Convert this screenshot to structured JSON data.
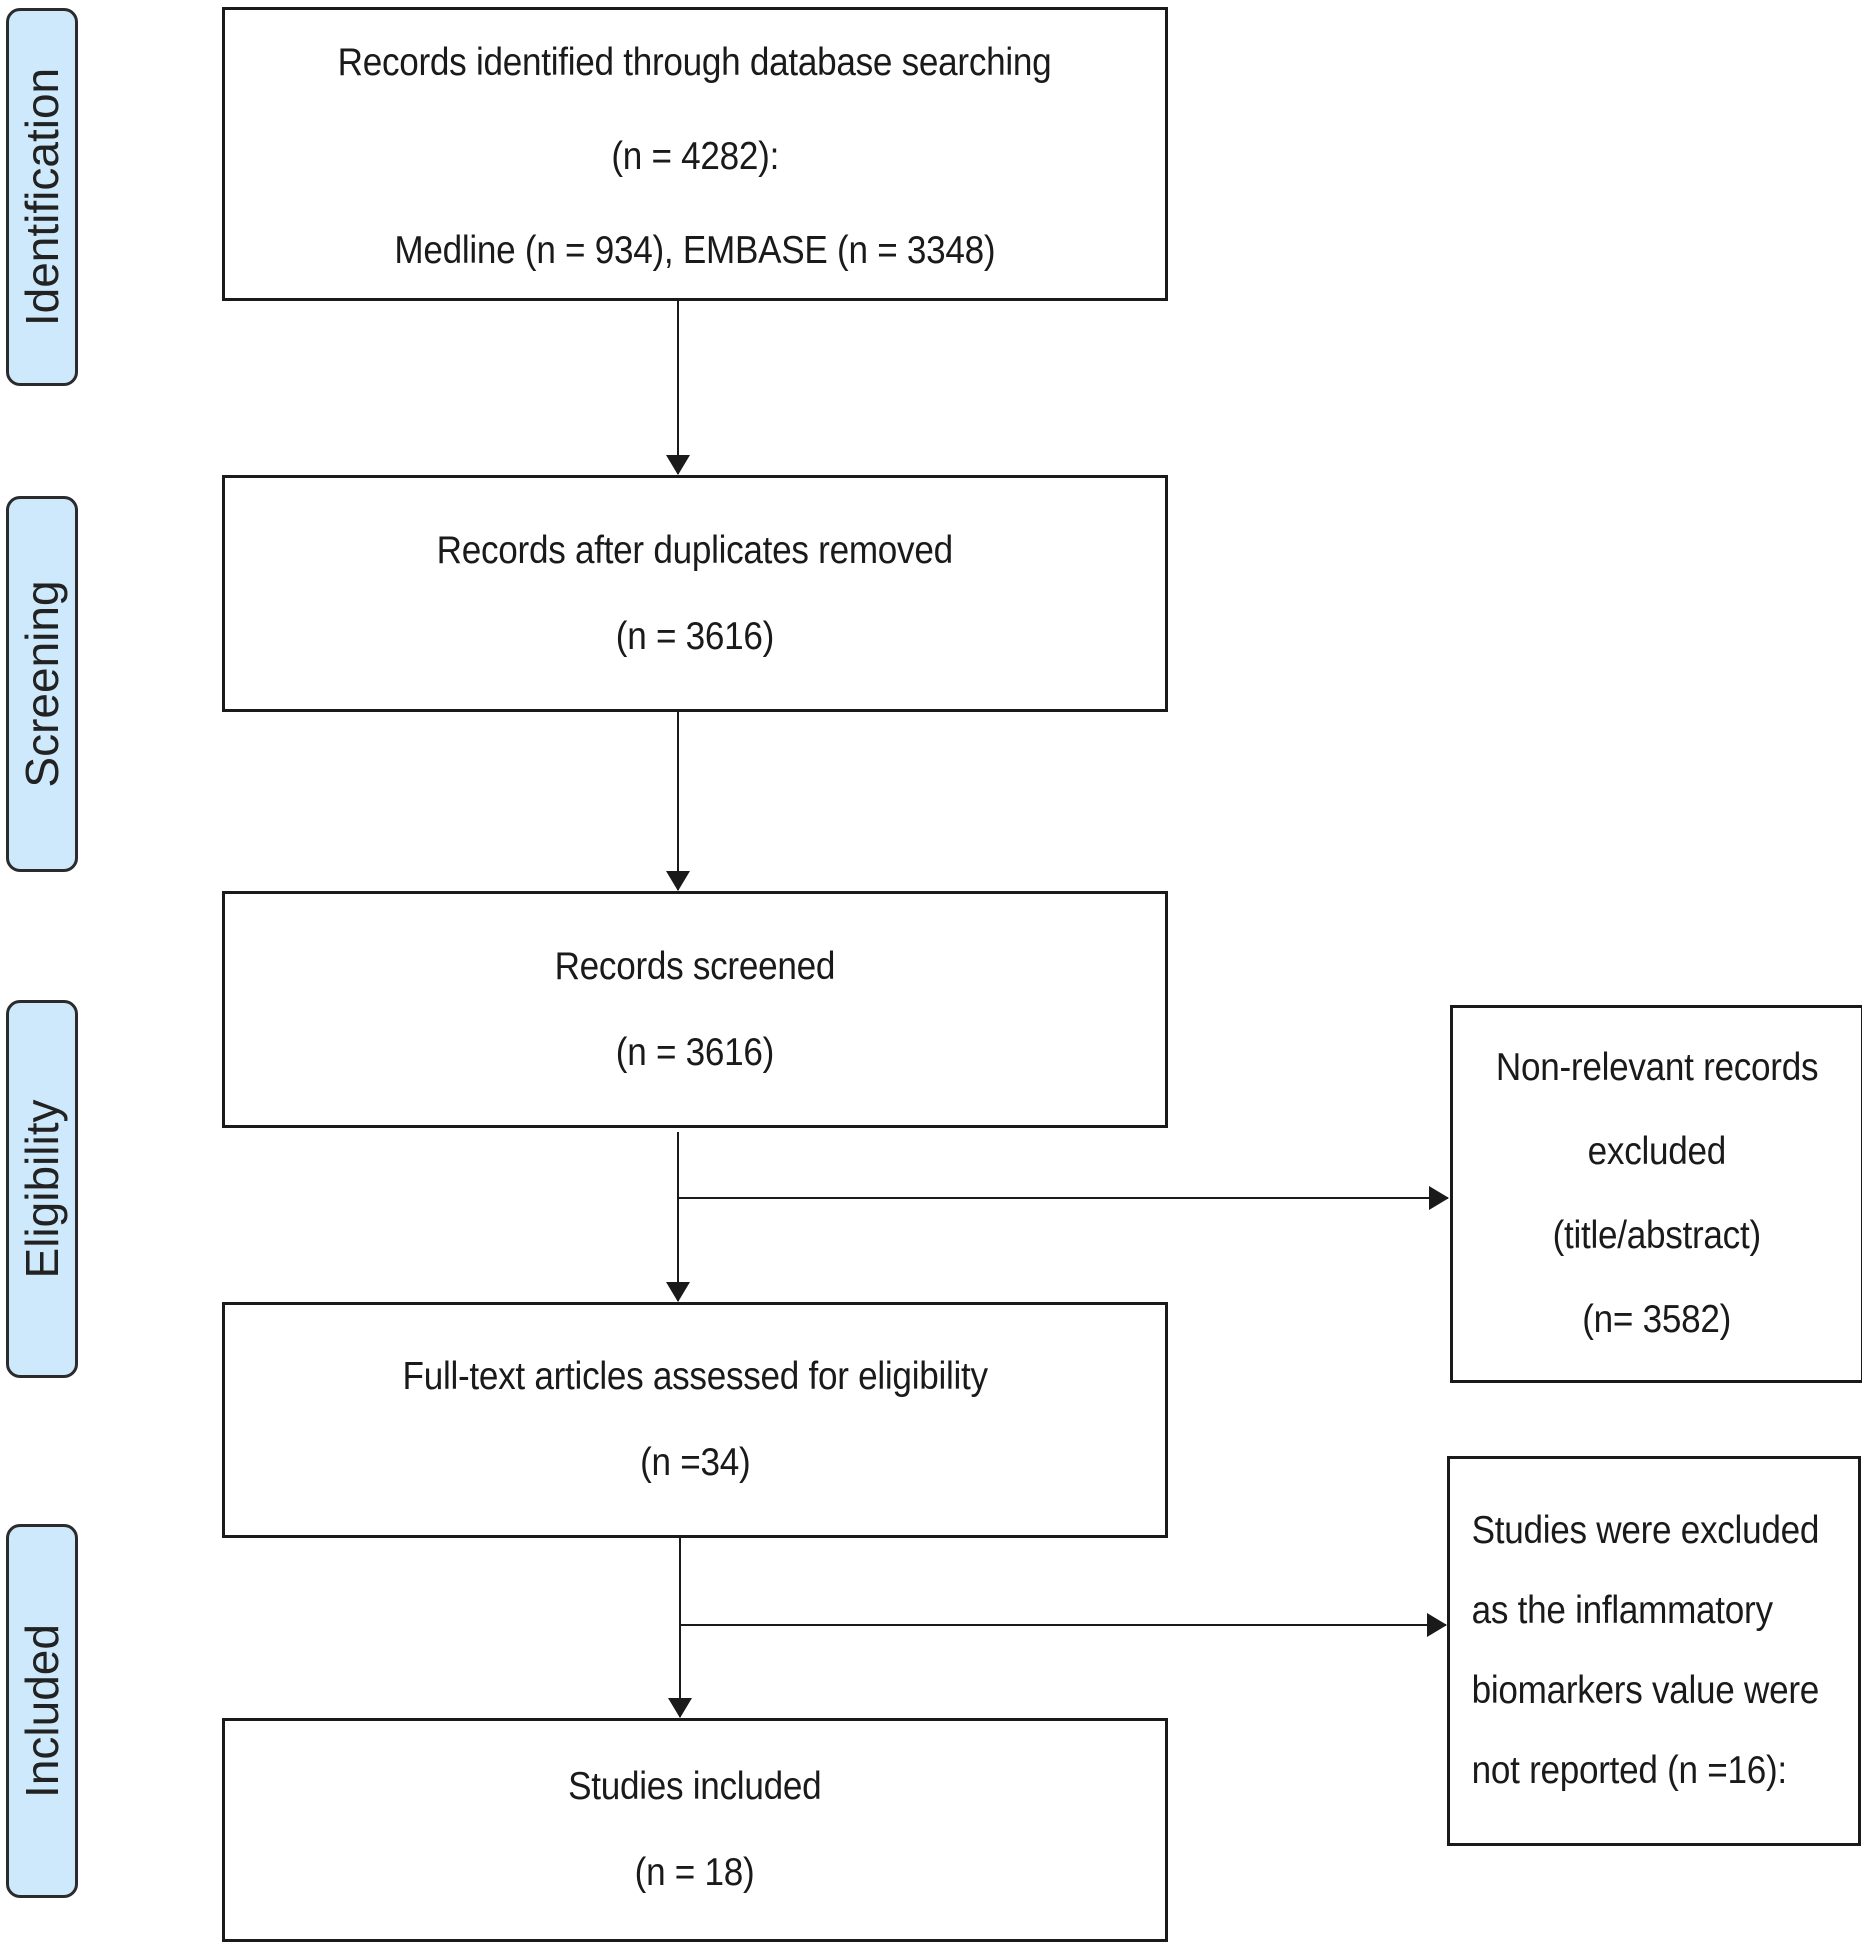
{
  "phases": {
    "identification": "Identification",
    "screening": "Screening",
    "eligibility": "Eligibility",
    "included": "Included"
  },
  "boxes": {
    "identified": {
      "line1": "Records identified through database searching",
      "line2": "(n = 4282):",
      "line3": "Medline (n = 934), EMBASE (n = 3348)"
    },
    "duplicates_removed": {
      "line1": "Records after duplicates removed",
      "line2": "(n = 3616)"
    },
    "screened": {
      "line1": "Records screened",
      "line2": "(n = 3616)"
    },
    "full_text": {
      "line1": "Full-text articles assessed for eligibility",
      "line2": "(n =34)"
    },
    "included": {
      "line1": "Studies included",
      "line2": "(n = 18)"
    },
    "non_relevant": {
      "line1": "Non-relevant records",
      "line2": "excluded",
      "line3": "(title/abstract)",
      "line4": "(n= 3582)"
    },
    "excluded": {
      "line1": "Studies were excluded",
      "line2": "as the inflammatory",
      "line3": "biomarkers value were",
      "line4": "not reported (n =16):"
    }
  },
  "colors": {
    "phase_fill": "#cde9fb",
    "stroke": "#1a1a1a",
    "box_fill": "#ffffff"
  }
}
